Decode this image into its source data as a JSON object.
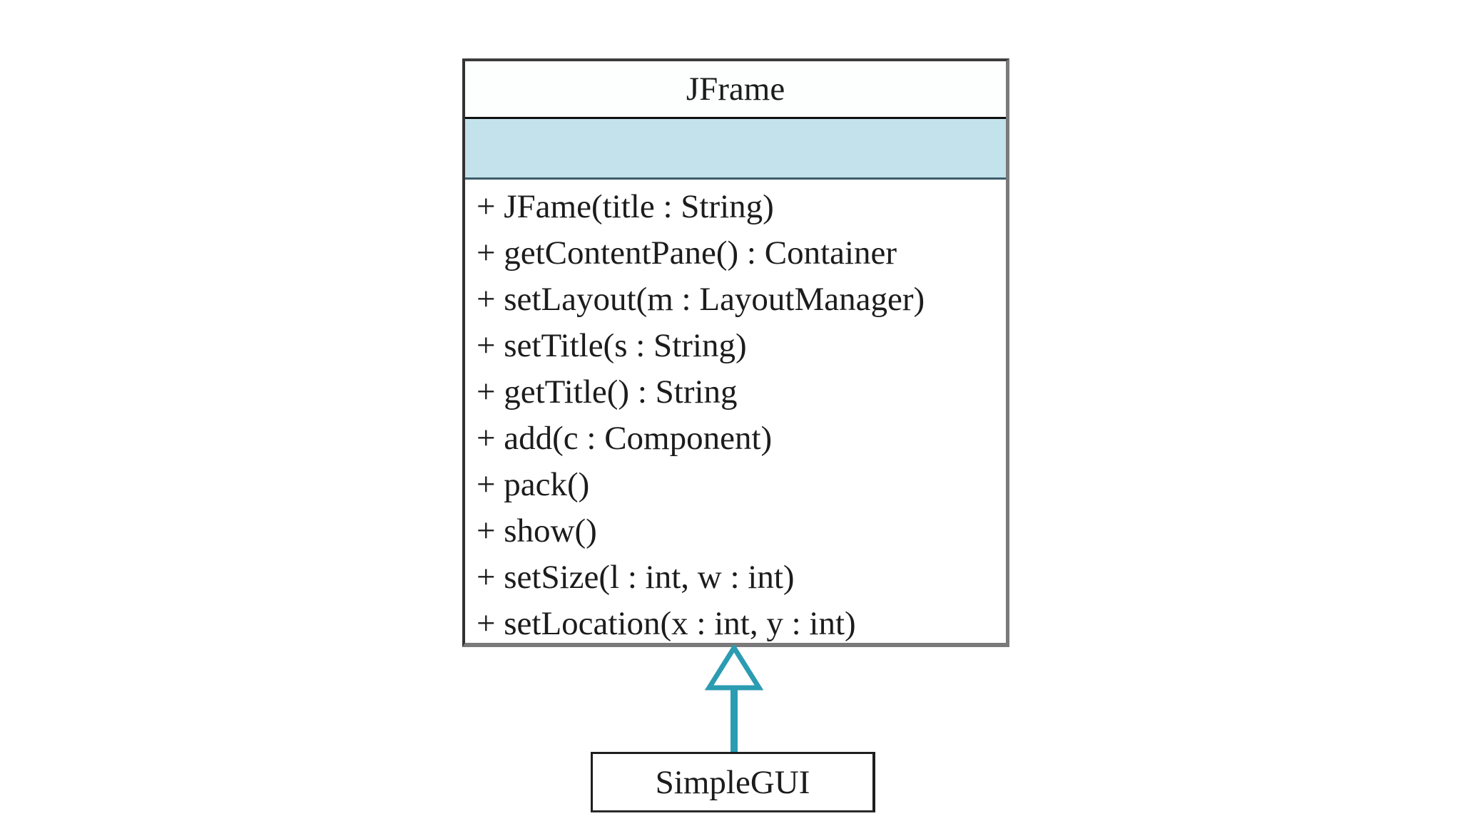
{
  "parent_class": {
    "name": "JFrame",
    "attributes": [],
    "methods": [
      "+ JFame(title : String)",
      "+ getContentPane() : Container",
      "+ setLayout(m : LayoutManager)",
      "+ setTitle(s : String)",
      "+ getTitle() : String",
      "+ add(c : Component)",
      "+ pack()",
      "+ show()",
      "+ setSize(l : int, w : int)",
      "+ setLocation(x : int, y : int)"
    ]
  },
  "child_class": {
    "name": "SimpleGUI"
  },
  "relationship": {
    "type": "inheritance",
    "from": "SimpleGUI",
    "to": "JFrame"
  },
  "colors": {
    "attribute_band": "#c3e2ec",
    "arrow": "#2b9cb1",
    "border_dark": "#2e2e2e",
    "border_gray": "#7a7a7a",
    "text": "#1c1c1c",
    "background": "#ffffff"
  }
}
